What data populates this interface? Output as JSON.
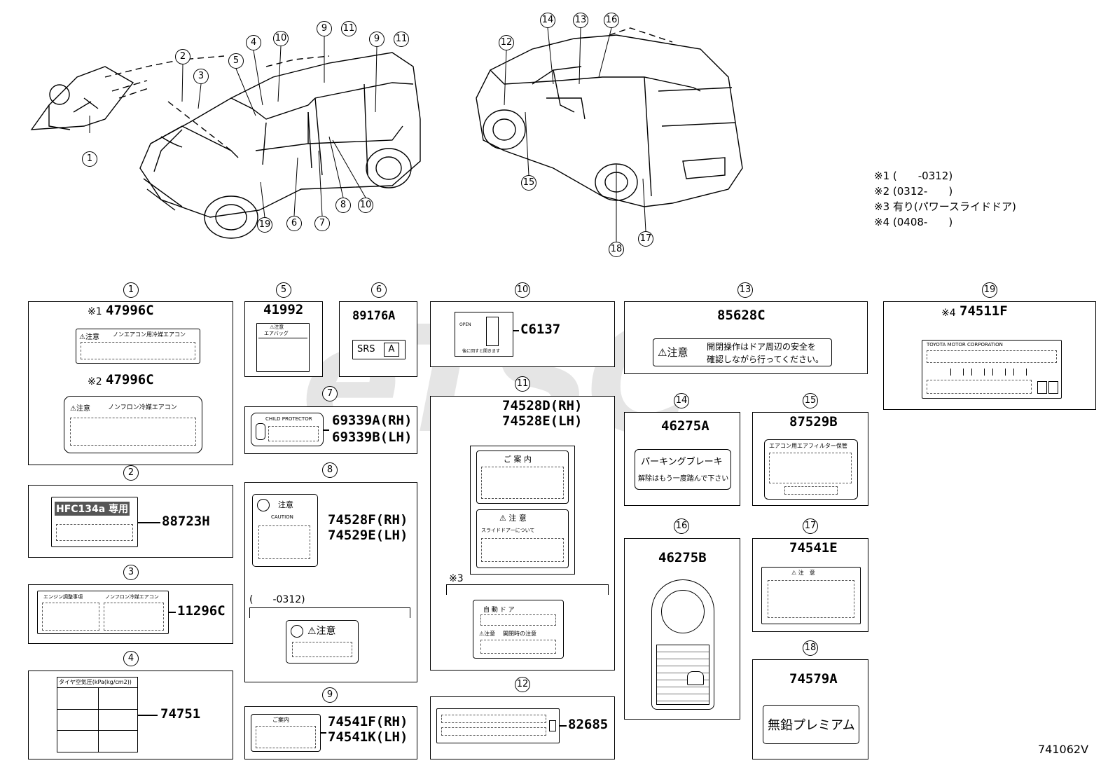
{
  "notes": [
    "※1 (　　-0312)",
    "※2 (0312-　　)",
    "※3 有り(パワースライドドア)",
    "※4 (0408-　　)"
  ],
  "diagram_id": "741062V",
  "watermark": "eTSC",
  "callouts_front": [
    "1",
    "2",
    "3",
    "4",
    "5",
    "10",
    "9",
    "11",
    "9",
    "11",
    "19",
    "6",
    "7",
    "8",
    "10"
  ],
  "callouts_rear": [
    "12",
    "14",
    "13",
    "16",
    "15",
    "18",
    "17"
  ],
  "panels": {
    "p1": {
      "num": "1",
      "top_prefix": "※1",
      "top_part": "47996C",
      "top_h1": "⚠注意",
      "top_h2": "ノンエアコン用冷媒エアコン",
      "bot_prefix": "※2",
      "bot_part": "47996C",
      "bot_h1": "⚠注意",
      "bot_h2": "ノンフロン冷媒エアコン"
    },
    "p2": {
      "num": "2",
      "part": "88723H",
      "label": "HFC134a 専用"
    },
    "p3": {
      "num": "3",
      "part": "11296C",
      "h1": "エンジン調整事項",
      "h2": "ノンフロン冷媒エアコン"
    },
    "p4": {
      "num": "4",
      "part": "74751",
      "label": "タイヤ空気圧(kPa(kg/cm2))"
    },
    "p5": {
      "num": "5",
      "part": "41992",
      "h1": "⚠注意",
      "h2": "エアバッグ"
    },
    "p6": {
      "num": "6",
      "part": "89176A",
      "label": "SRS",
      "box": "A"
    },
    "p7": {
      "num": "7",
      "part_rh": "69339A(RH)",
      "part_lh": "69339B(LH)",
      "label": "CHILD PROTECTOR"
    },
    "p8": {
      "num": "8",
      "part_rh": "74528F(RH)",
      "part_lh": "74529E(LH)",
      "h1": "注意",
      "h2": "CAUTION",
      "sub": "(　　-0312)",
      "h3": "⚠注意"
    },
    "p9": {
      "num": "9",
      "part_rh": "74541F(RH)",
      "part_lh": "74541K(LH)",
      "h1": "ご案内"
    },
    "p10": {
      "num": "10",
      "part": "C6137",
      "h1": "OPEN",
      "h2": "後に回すと開きます"
    },
    "p11": {
      "num": "11",
      "part_rh": "74528D(RH)",
      "part_lh": "74528E(LH)",
      "h1": "ご 案 内",
      "h2": "⚠ 注 意",
      "h3": "スライドドアーについて",
      "note": "※3",
      "h4": "自 動 ド ア",
      "h5": "⚠注意",
      "h6": "開閉時の注意"
    },
    "p12": {
      "num": "12",
      "part": "82685"
    },
    "p13": {
      "num": "13",
      "part": "85628C",
      "warn": "⚠注意",
      "line1": "開閉操作はドア周辺の安全を",
      "line2": "確認しながら行ってください。"
    },
    "p14": {
      "num": "14",
      "part": "46275A",
      "line1": "パーキングブレーキ",
      "line2": "解除はもう一度踏んで下さい"
    },
    "p15": {
      "num": "15",
      "part": "87529B",
      "h1": "エアコン用エアフィルター保管"
    },
    "p16": {
      "num": "16",
      "part": "46275B"
    },
    "p17": {
      "num": "17",
      "part": "74541E",
      "h1": "⚠ 注　意"
    },
    "p18": {
      "num": "18",
      "part": "74579A",
      "label": "無鉛プレミアム"
    },
    "p19": {
      "num": "19",
      "prefix": "※4",
      "part": "74511F",
      "h1": "TOYOTA MOTOR CORPORATION"
    }
  }
}
